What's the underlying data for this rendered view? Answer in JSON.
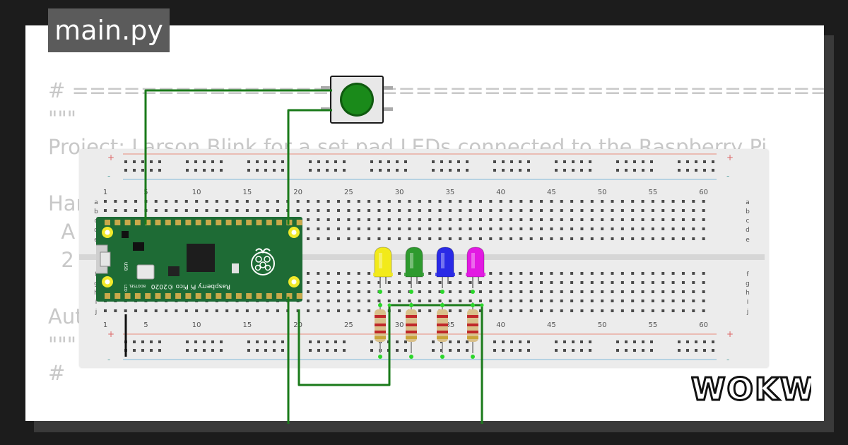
{
  "tab": {
    "label": "main.py"
  },
  "code": {
    "lines": [
      "# ===========================================================",
      "\"\"\"",
      "Project: Larson Blink for a set pad LEDs connected to the Raspberry Pi",
      "",
      "Hardware:",
      "  A",
      "  2",
      "",
      "Author: Jay",
      "\"\"\"",
      "#"
    ]
  },
  "breadboard": {
    "column_numbers": [
      "1",
      "5",
      "10",
      "15",
      "20",
      "25",
      "30",
      "35",
      "40",
      "45",
      "50",
      "55",
      "60"
    ],
    "row_letters_top": [
      "a",
      "b",
      "c",
      "d",
      "e"
    ],
    "row_letters_bottom": [
      "f",
      "g",
      "h",
      "i",
      "j"
    ],
    "rail_plus": "+",
    "rail_minus": "-"
  },
  "pico": {
    "board_text": "Raspberry Pi Pico ©2020",
    "usb_label": "USB",
    "bootsel_label": "BOOTSEL",
    "led_label": "LED"
  },
  "components": {
    "pushbutton_color": "#1a8a1a",
    "leds": [
      {
        "name": "yellow-led",
        "color": "#f2ea1a"
      },
      {
        "name": "green-led",
        "color": "#2e9a2e"
      },
      {
        "name": "blue-led",
        "color": "#2a2ae6"
      },
      {
        "name": "magenta-led",
        "color": "#e21ae2"
      }
    ]
  },
  "colors": {
    "background": "#1c1c1c",
    "code_panel": "#ffffff",
    "pcb": "#1e6b35",
    "wire": "#1a7a1a",
    "rail_red": "#e88b7b",
    "rail_blue": "#7fb8d8"
  },
  "logo": {
    "text": "WOKWi"
  }
}
